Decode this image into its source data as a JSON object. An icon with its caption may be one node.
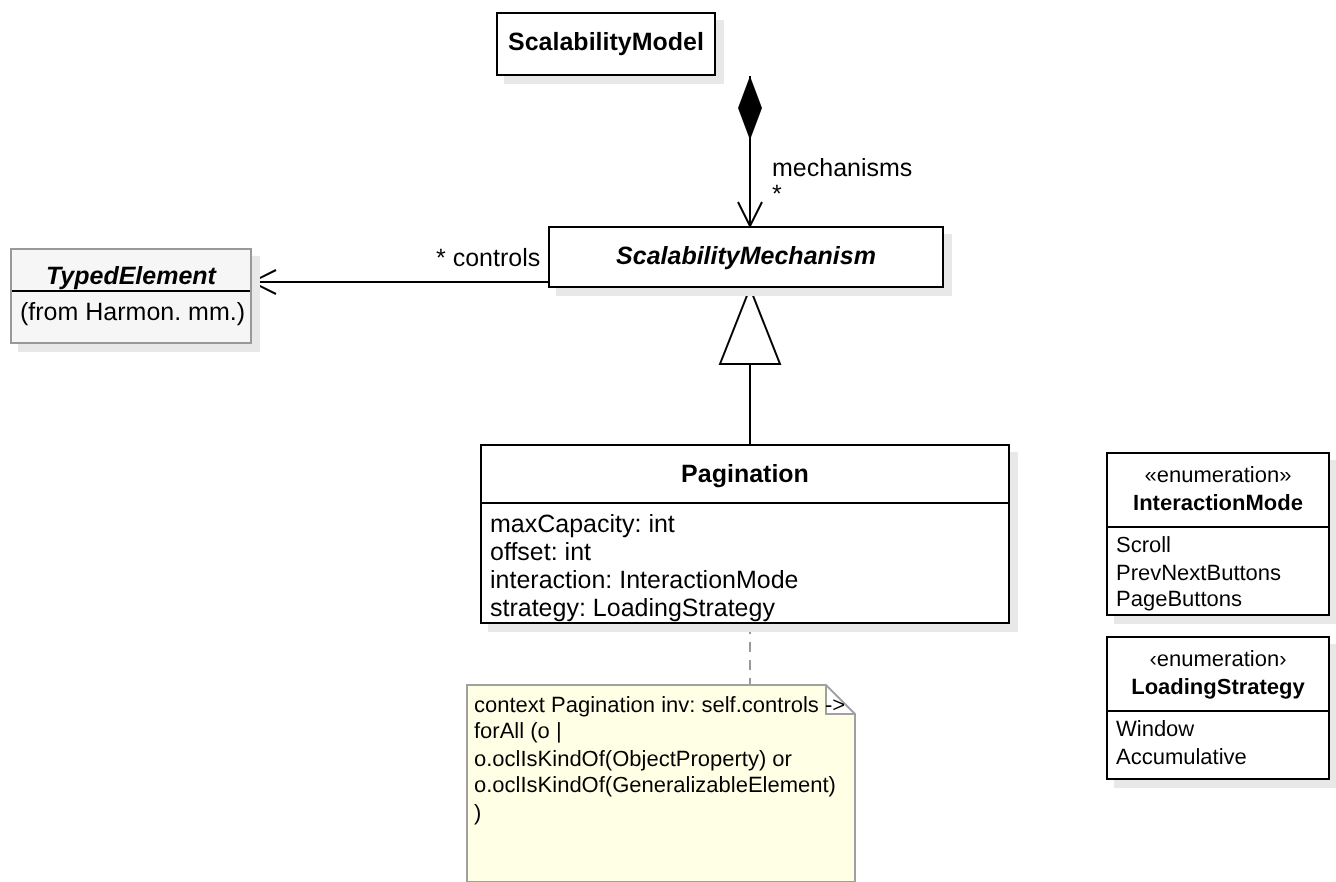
{
  "diagram": {
    "nodes": [
      {
        "text": [
          "ScalabilityModel"
        ]
      },
      {
        "text": [
          "ScalabilityMechanism"
        ]
      },
      {
        "text": [
          "TypedElement",
          "(from Harmon. mm.)"
        ]
      },
      {
        "text": [
          "Pagination",
          "maxCapacity: int",
          "offset: int",
          "interaction: InteractionMode",
          "strategy: LoadingStrategy"
        ]
      },
      {
        "text": [
          "context Pagination inv: self.controls -> forAll (o | o.oclIsKindOf(ObjectProperty) or o.oclIsKindOf(GeneralizableElement) )"
        ]
      },
      {
        "text": [
          "«enumeration»",
          "InteractionMode",
          "Scroll",
          "PrevNextButtons",
          "PageButtons"
        ]
      },
      {
        "text": [
          "‹enumeration›",
          "LoadingStrategy",
          "Window",
          "Accumulative"
        ]
      }
    ],
    "edges": [
      {
        "from": 0,
        "to": 1,
        "arrow": "to",
        "label": "mechanisms"
      },
      {
        "from": 1,
        "to": 2,
        "arrow": "to",
        "label": "* controls"
      },
      {
        "from": 3,
        "to": 1,
        "arrow": "to"
      },
      {
        "from": 3,
        "to": 4,
        "arrow": "none",
        "style": "dashed",
        "color": "#999999"
      }
    ],
    "labels": [
      "*"
    ]
  }
}
